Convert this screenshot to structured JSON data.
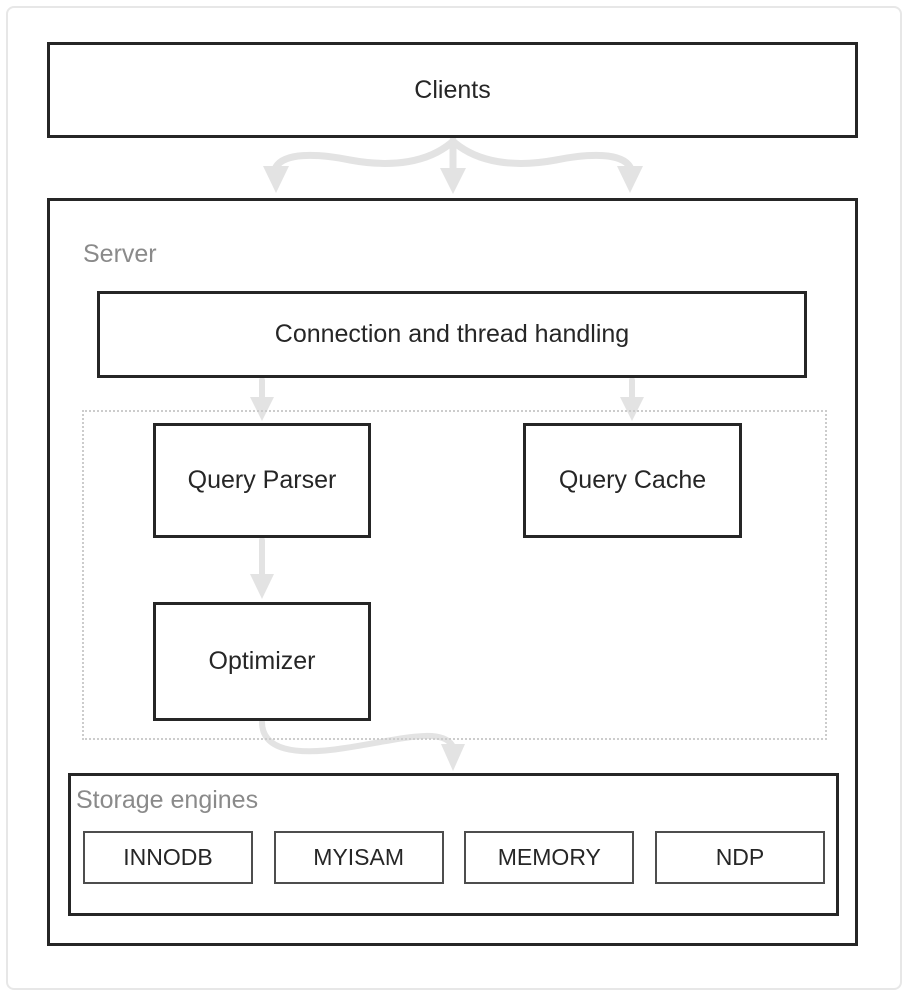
{
  "diagram": {
    "clients": {
      "label": "Clients"
    },
    "server": {
      "label": "Server",
      "connection": {
        "label": "Connection and thread handling"
      },
      "query_parser": {
        "label": "Query Parser"
      },
      "query_cache": {
        "label": "Query Cache"
      },
      "optimizer": {
        "label": "Optimizer"
      }
    },
    "storage": {
      "label": "Storage engines",
      "engines": [
        {
          "label": "INNODB"
        },
        {
          "label": "MYISAM"
        },
        {
          "label": "MEMORY"
        },
        {
          "label": "NDP"
        }
      ]
    },
    "colors": {
      "box_border_dark": "#262626",
      "engine_border_gray": "#4d4d4d",
      "group_label_gray": "#8a8a8a",
      "arrow_light_gray": "#e3e3e3",
      "dotted_border_gray": "#cccccc",
      "page_frame_gray": "#e7e7e7",
      "text_dark": "#262626",
      "background": "#ffffff"
    }
  }
}
